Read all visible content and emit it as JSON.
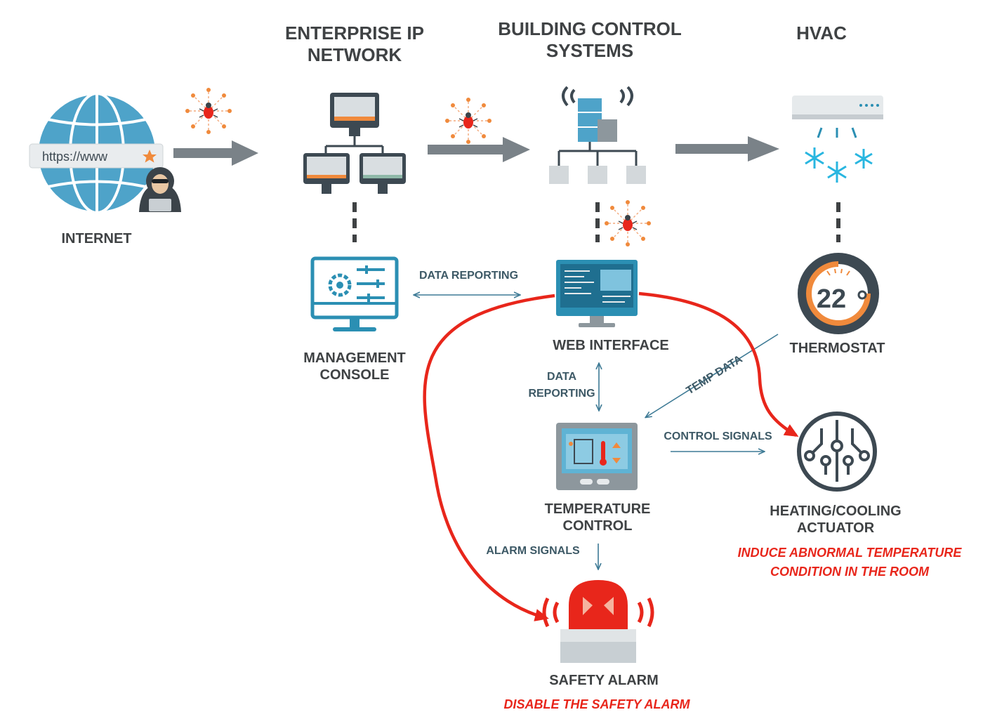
{
  "headers": {
    "enterprise": "ENTERPRISE IP NETWORK",
    "bcs": "BUILDING CONTROL SYSTEMS",
    "hvac": "HVAC"
  },
  "nodes": {
    "internet": "INTERNET",
    "url": "https://www",
    "management_console": "MANAGEMENT CONSOLE",
    "web_interface": "WEB INTERFACE",
    "thermostat": "THERMOSTAT",
    "thermostat_reading": "22",
    "temperature_control": "TEMPERATURE CONTROL",
    "actuator": "HEATING/COOLING ACTUATOR",
    "safety_alarm": "SAFETY ALARM"
  },
  "edges": {
    "data_reporting_top": "DATA REPORTING",
    "data_reporting_mid_1": "DATA",
    "data_reporting_mid_2": "REPORTING",
    "temp_data": "TEMP DATA",
    "control_signals": "CONTROL SIGNALS",
    "alarm_signals": "ALARM SIGNALS"
  },
  "attack_goals": {
    "actuator_1": "INDUCE ABNORMAL TEMPERATURE",
    "actuator_2": "CONDITION IN THE ROOM",
    "alarm": "DISABLE THE SAFETY ALARM"
  },
  "colors": {
    "attack_path": "#e8261b",
    "flow_arrow": "#7a8288",
    "data_arrow": "#3d7a95",
    "globe": "#4ea3c9",
    "accent_orange": "#f08a3c",
    "device_teal": "#2b8fb3",
    "dark_outline": "#3d4952"
  }
}
